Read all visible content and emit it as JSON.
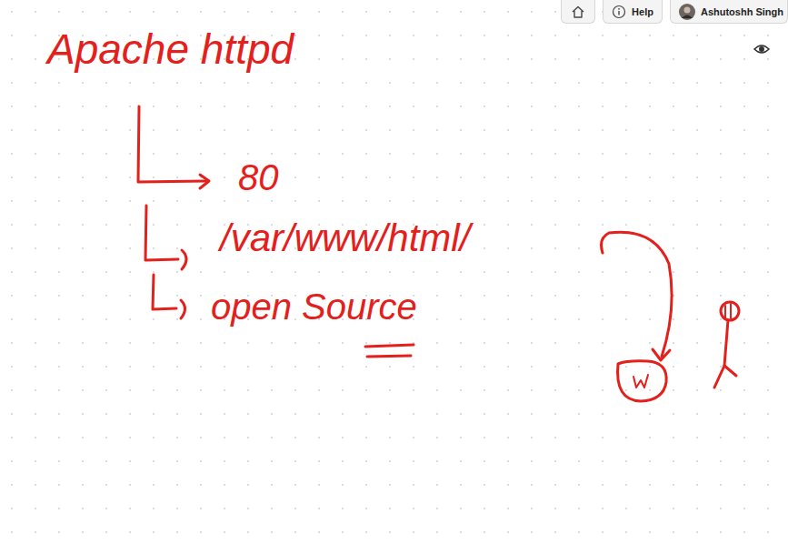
{
  "diagram": {
    "title": "Apache httpd",
    "labels": [
      "80",
      "/var/www/html/",
      "open Source",
      "Help",
      "Ashutoshh Singh"
    ]
  }
}
